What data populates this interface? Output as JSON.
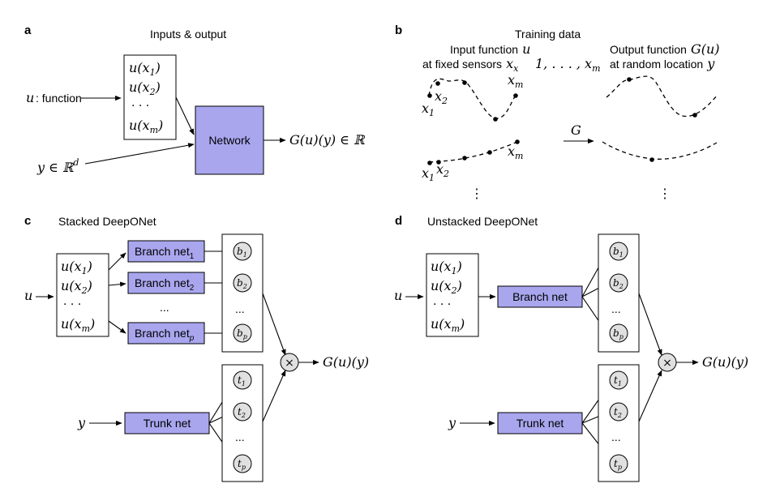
{
  "panel_a": {
    "label": "a",
    "title": "Inputs & output",
    "u_input_var": "u",
    "u_input_text": ": function",
    "y_input": "y ∈ ℝ",
    "y_input_sup": "d",
    "inputs": [
      "u(x",
      "u(x",
      "· · ·",
      "u(x"
    ],
    "input_subs": [
      "1",
      "2",
      "",
      "m"
    ],
    "network_label": "Network",
    "output": "G(u)(y) ∈ ℝ"
  },
  "panel_b": {
    "label": "b",
    "title": "Training data",
    "input_title_line1": "Input function",
    "input_title_var": "u",
    "input_title_line2": "at fixed sensors",
    "input_title_sensors": "x",
    "sensor_list": "1, . . . , x",
    "sensor_list_sub": "m",
    "output_title_line1": "Output function",
    "output_title_var": "G(u)",
    "output_title_line2": "at random location",
    "output_title_loc": "y",
    "operator": "G",
    "x1": "x",
    "x1_sub": "1",
    "x2": "x",
    "x2_sub": "2",
    "xm": "x",
    "xm_sub": "m",
    "vdots": "⋮"
  },
  "panel_c": {
    "label": "c",
    "title": "Stacked DeepONet",
    "u_var": "u",
    "y_var": "y",
    "branch_label": "Branch net",
    "branch_subs": [
      "1",
      "2",
      "p"
    ],
    "ellipsis": "...",
    "trunk_label": "Trunk net",
    "b_nodes": [
      "b",
      "b",
      "b"
    ],
    "b_subs": [
      "1",
      "2",
      "p"
    ],
    "t_nodes": [
      "t",
      "t",
      "t"
    ],
    "t_subs": [
      "1",
      "2",
      "p"
    ],
    "product": "×",
    "output": "G(u)(y)"
  },
  "panel_d": {
    "label": "d",
    "title": "Unstacked DeepONet",
    "u_var": "u",
    "y_var": "y",
    "branch_label": "Branch net",
    "trunk_label": "Trunk net",
    "product": "×",
    "output": "G(u)(y)"
  }
}
